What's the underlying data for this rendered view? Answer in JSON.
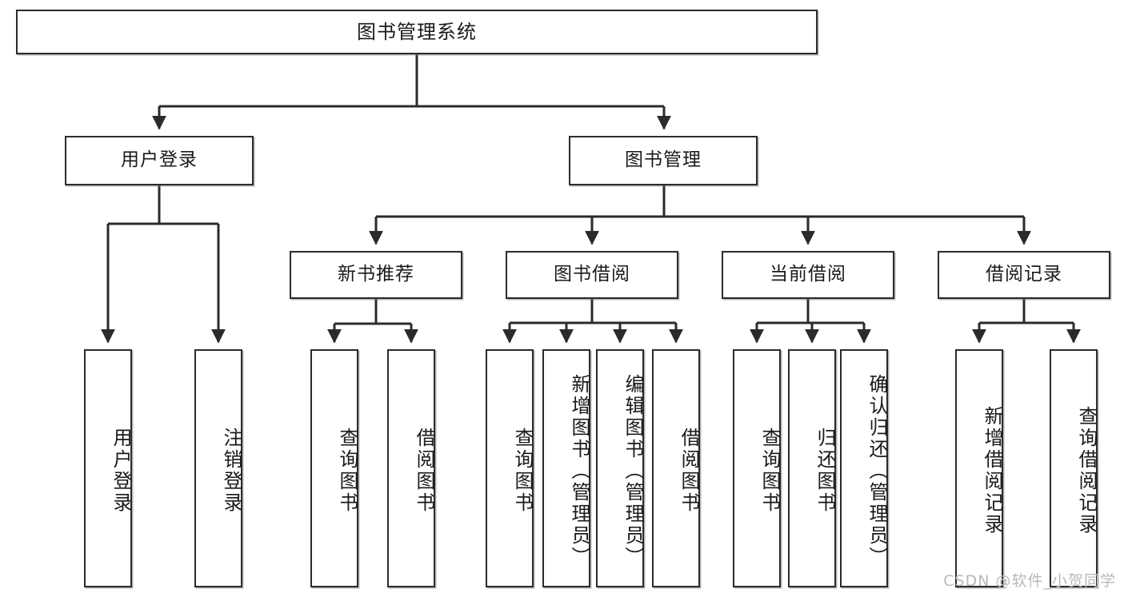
{
  "diagram": {
    "title": "图书管理系统",
    "type": "hierarchy-tree",
    "root": {
      "label": "图书管理系统"
    },
    "level1": [
      {
        "label": "用户登录"
      },
      {
        "label": "图书管理"
      }
    ],
    "level2": [
      {
        "label": "新书推荐"
      },
      {
        "label": "图书借阅"
      },
      {
        "label": "当前借阅"
      },
      {
        "label": "借阅记录"
      }
    ],
    "leaves": {
      "user_login": [
        {
          "label": "用户登录"
        },
        {
          "label": "注销登录"
        }
      ],
      "new_book_recommend": [
        {
          "label": "查询图书"
        },
        {
          "label": "借阅图书"
        }
      ],
      "book_borrow": [
        {
          "label": "查询图书"
        },
        {
          "label": "新增图书（管理员）"
        },
        {
          "label": "编辑图书（管理员）"
        },
        {
          "label": "借阅图书"
        }
      ],
      "current_borrow": [
        {
          "label": "查询图书"
        },
        {
          "label": "归还图书"
        },
        {
          "label": "确认归还（管理员）"
        }
      ],
      "borrow_records": [
        {
          "label": "新增借阅记录"
        },
        {
          "label": "查询借阅记录"
        }
      ]
    }
  },
  "watermark": {
    "text": "CSDN @软件_小贺同学"
  },
  "colors": {
    "stroke": "#2b2b2b",
    "fill": "#ffffff",
    "text": "#1a1a1a",
    "watermark": "#b9b9b9"
  }
}
